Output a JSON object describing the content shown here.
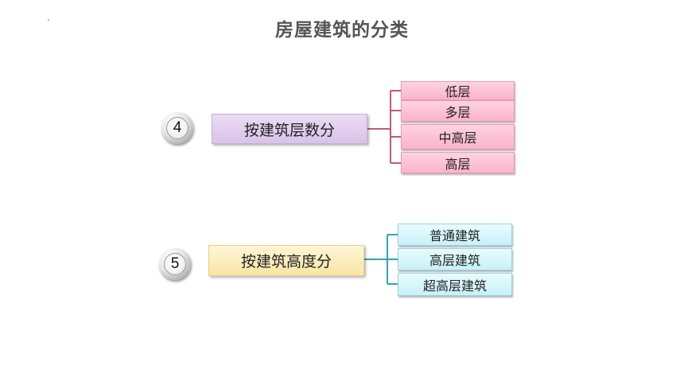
{
  "title": "房屋建筑的分类",
  "groups": [
    {
      "number": "4",
      "category": "按建筑层数分",
      "items": [
        "低层",
        "多层",
        "中高层",
        "高层"
      ],
      "color": "#c0597f"
    },
    {
      "number": "5",
      "category": "按建筑高度分",
      "items": [
        "普通建筑",
        "高层建筑",
        "超高层建筑"
      ],
      "color": "#2fa6b5"
    }
  ]
}
